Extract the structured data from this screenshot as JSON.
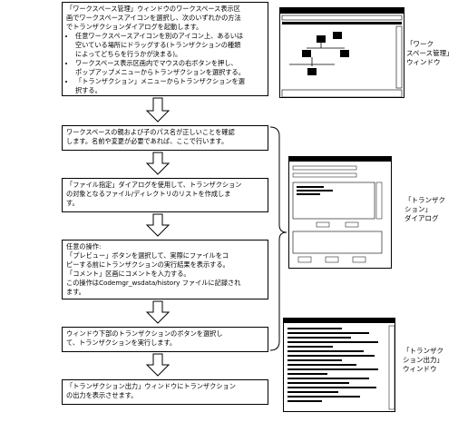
{
  "steps": {
    "step1": {
      "intro": "「ワークスペース管理」ウィンドウのワークスペース表示区\n画でワークスペースアイコンを選択し、次のいずれかの方法\nでトランザクションダイアログを起動します。",
      "bullets": [
        "任意ワークスペースアイコンを別のアイコン上、あるいは\n空いている場所にドラッグする(トランザクションの種類\nによってどちらを行うかが決まる)。",
        "ワークスペース表示区画内でマウスの右ボタンを押し、\nポップアップメニューからトランザクションを選択する。",
        "「トランザクション」メニューからトランザクションを選\n択する。"
      ]
    },
    "step2": "ワークスペースの親および子のパス名が正しいことを確認\nします。名前や変更が必要であれば、ここで行います。",
    "step3": "「ファイル指定」ダイアログを使用して、トランザクション\nの対象となるファイル/ディレクトリのリストを作成しま\nす。",
    "step4": "任意の操作:\n「プレビュー」ボタンを選択して、実際にファイルをコ\nピーする前にトランザクションの実行結果を表示する。\n「コメント」区画にコメントを入力する。\nこの操作はCodemgr_wsdata/history ファイルに記録され\nます。",
    "step5": "ウィンドウ下部のトランザクションのボタンを選択し\nて、トランザクションを実行します。",
    "step6": "「トランザクション出力」ウィンドウにトランザクション\nの出力を表示させます。"
  },
  "labels": {
    "workspace_window": "「ワーク\nスペース管理」\nウィンドウ",
    "transaction_dialog": "「トランザク\nション」\nダイアログ",
    "output_window": "「トランザク\nション出力」\nウィンドウ"
  }
}
